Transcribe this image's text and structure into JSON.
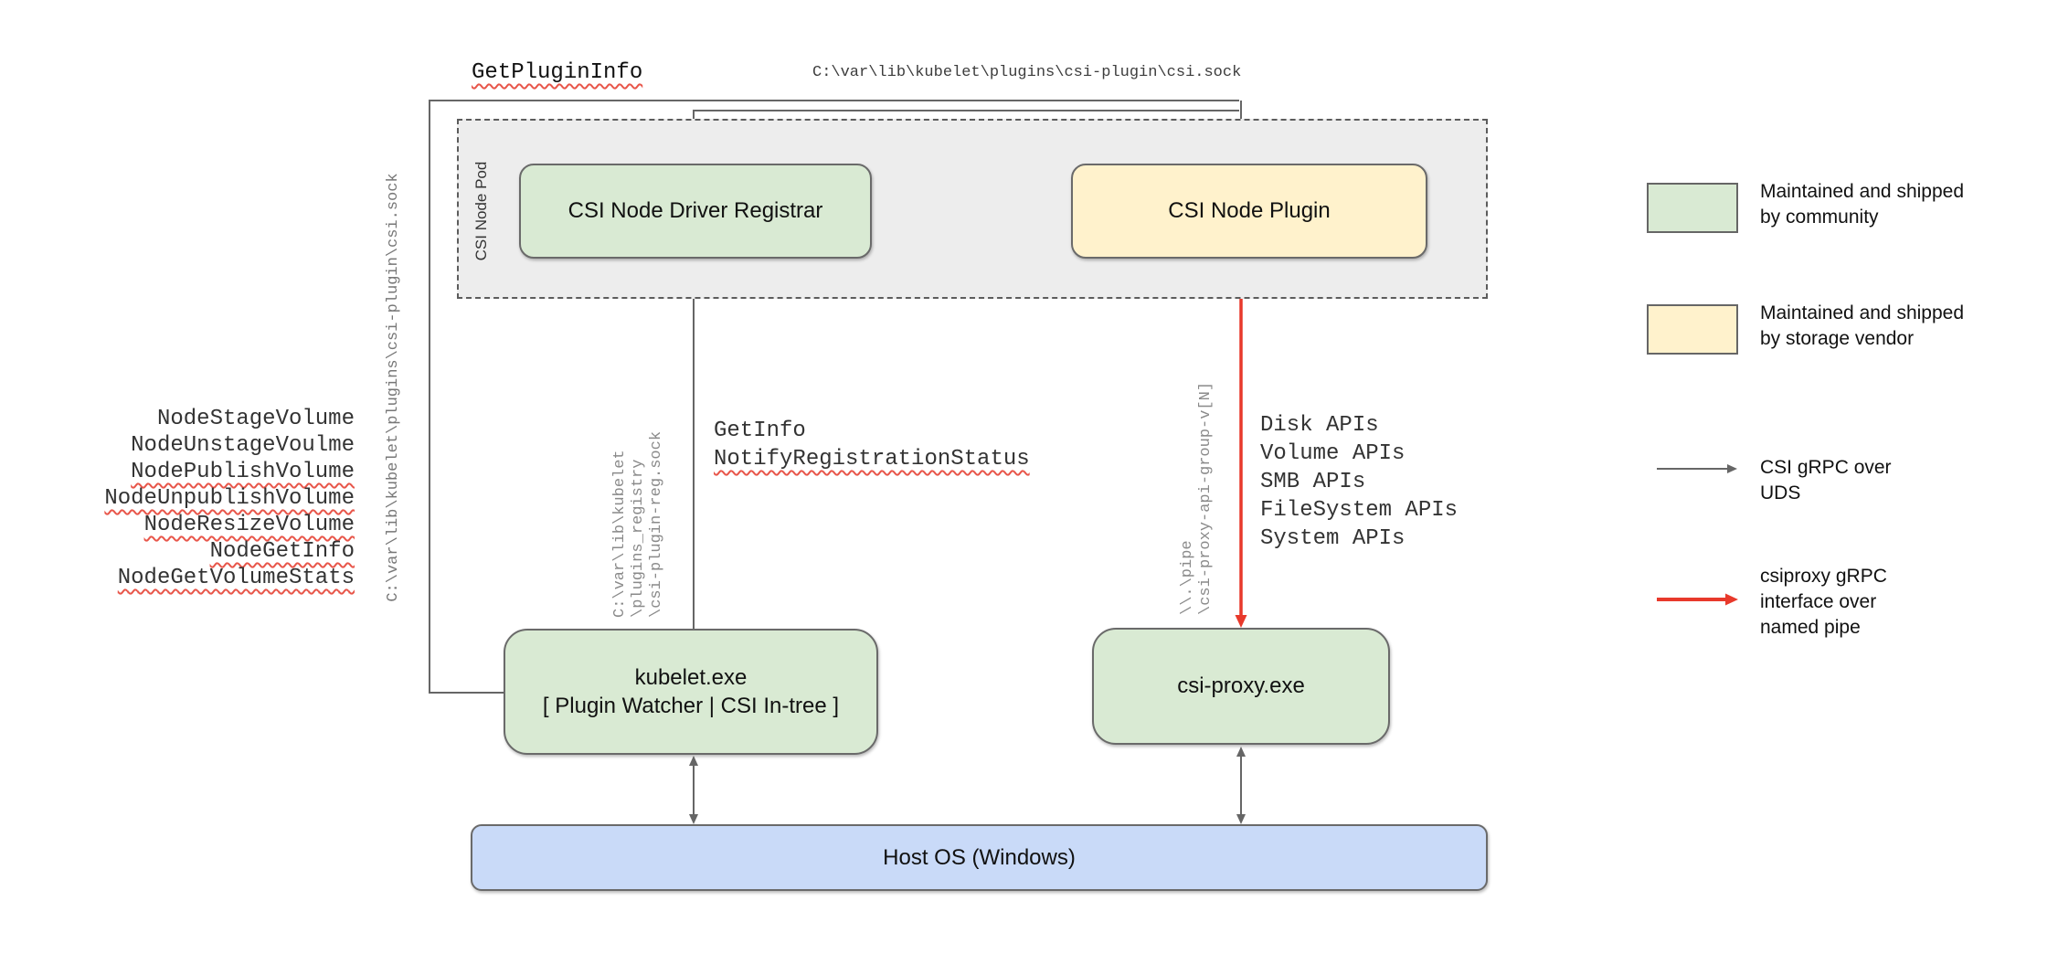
{
  "diagram": {
    "pod_label": "CSI Node Pod",
    "nodes": {
      "registrar": "CSI Node Driver Registrar",
      "plugin": "CSI Node Plugin",
      "kubelet": "kubelet.exe\n[ Plugin Watcher | CSI In-tree ]",
      "csi_proxy": "csi-proxy.exe",
      "host_os": "Host OS (Windows)"
    },
    "labels": {
      "get_plugin_info": "GetPluginInfo",
      "top_socket_path": "C:\\var\\lib\\kubelet\\plugins\\csi-plugin\\csi.sock",
      "left_socket_path": "C:\\var\\lib\\kubelet\\plugins\\csi-plugin\\csi.sock",
      "registry_socket_path": "C:\\var\\lib\\kubelet\n\\plugins_registry\n\\csi-plugin-reg.sock",
      "pipe_path": "\\\\.\\pipe\n\\csi-proxy-api-group-v[N]",
      "get_info": "GetInfo",
      "notify_registration_status": "NotifyRegistrationStatus",
      "api_list": "Disk APIs\nVolume APIs\nSMB APIs\nFileSystem APIs\nSystem APIs"
    },
    "node_rpcs": [
      {
        "text": "NodeStageVolume",
        "squiggle": false
      },
      {
        "text": "NodeUnstageVoulme",
        "squiggle": false
      },
      {
        "text": "NodePublishVolume",
        "squiggle": true
      },
      {
        "text": "NodeUnpublishVolume",
        "squiggle": true
      },
      {
        "text": "NodeResizeVolume",
        "squiggle": true
      },
      {
        "text": "NodeGetInfo",
        "squiggle": true
      },
      {
        "text": "NodeGetVolumeStats",
        "squiggle": true
      }
    ]
  },
  "legend": {
    "community": "Maintained and shipped\nby community",
    "storage_vendor": "Maintained and shipped\nby storage vendor",
    "csi_grpc": "CSI gRPC over\nUDS",
    "csiproxy_grpc": "csiproxy gRPC\ninterface over\nnamed pipe"
  },
  "colors": {
    "community_green": "#d9ead3",
    "vendor_yellow": "#fff2cc",
    "host_os_blue": "#c9daf8",
    "pod_gray": "#ededed",
    "arrow_gray": "#666666",
    "arrow_red": "#e8392b",
    "squiggle_red": "#e8564a"
  }
}
